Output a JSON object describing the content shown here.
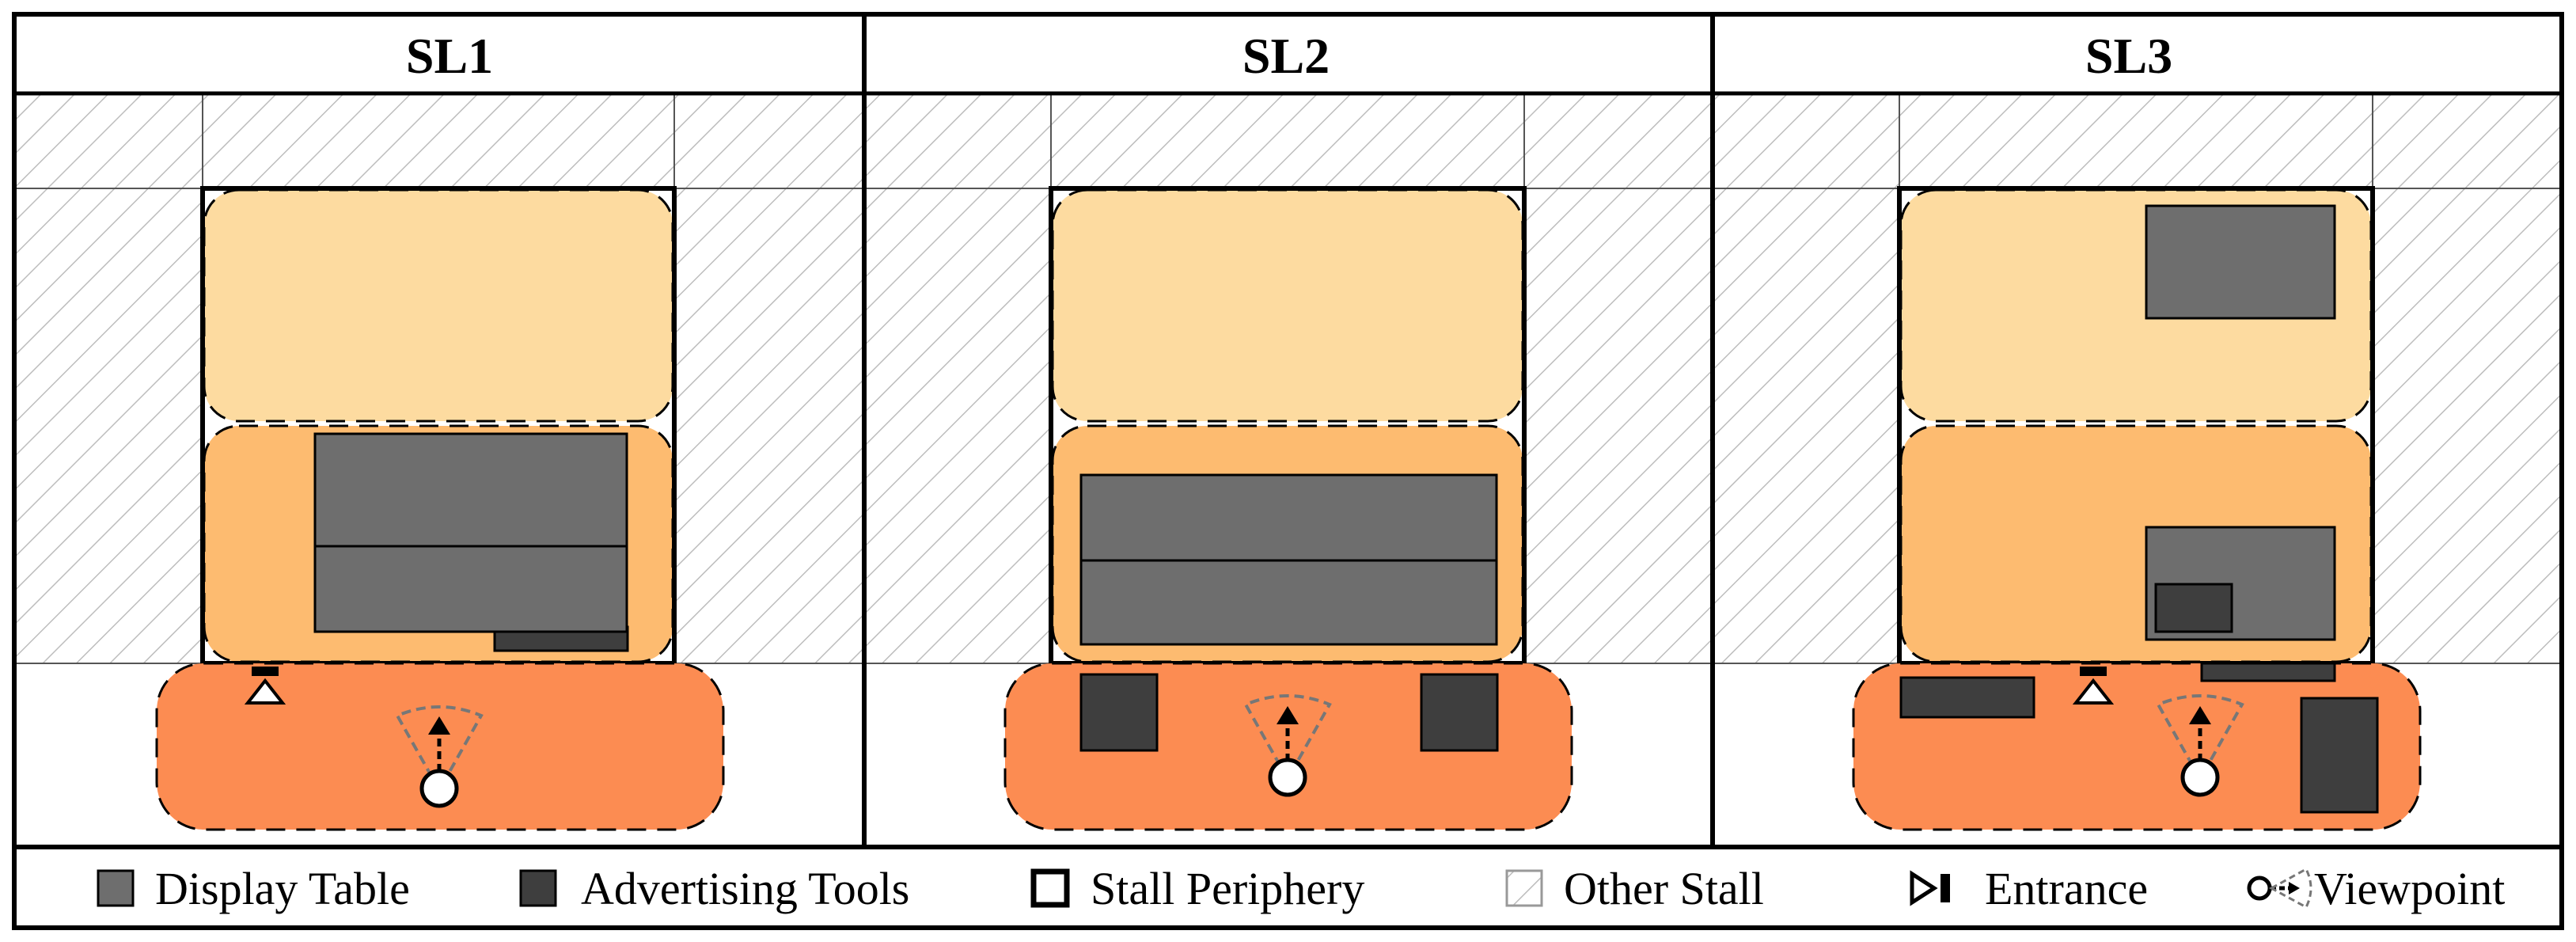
{
  "panels": [
    {
      "title": "SL1"
    },
    {
      "title": "SL2"
    },
    {
      "title": "SL3"
    }
  ],
  "legend": {
    "display_table": "Display Table",
    "advertising_tools": "Advertising Tools",
    "stall_periphery": "Stall Periphery",
    "other_stall": "Other Stall",
    "entrance": "Entrance",
    "viewpoint": "Viewpoint"
  },
  "colors": {
    "zone_back": "#FDDBA0",
    "zone_middle": "#FDBB70",
    "zone_front": "#FC8C52",
    "display_table": "#6E6E6E",
    "advertising_tools": "#3E3E3E",
    "other_stall_hatch": "#BDBDBD",
    "border": "#000000"
  }
}
